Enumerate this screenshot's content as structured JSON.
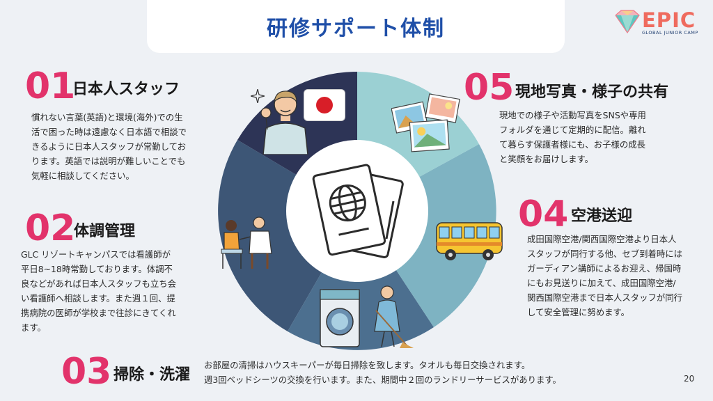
{
  "title": "研修サポート体制",
  "logo": {
    "word": "EPIC",
    "subtitle": "GLOBAL JUNIOR CAMP"
  },
  "page_number": "20",
  "colors": {
    "title": "#1f4fa8",
    "number": "#e2336b",
    "seg_staff": "#2d3456",
    "seg_photos": "#9bd0d3",
    "seg_airport": "#7eb3c2",
    "seg_cleaning": "#4c6f8f",
    "seg_health": "#3d5676"
  },
  "sections": {
    "s01": {
      "number": "01",
      "heading": "日本人スタッフ",
      "lines": [
        "慣れない言葉(英語)と環境(海外)での生",
        "活で困った時は遠慮なく日本語で相談で",
        "きるように日本人スタッフが常勤してお",
        "ります。英語では説明が難しいことでも",
        "気軽に相談してください。"
      ]
    },
    "s02": {
      "number": "02",
      "heading": "体調管理",
      "lines": [
        "GLC リゾートキャンパスでは看護師が",
        "平日8~18時常勤しております。体調不",
        "良などがあれば日本人スタッフも立ち会",
        "い看護師へ相談します。また週１回、提",
        "携病院の医師が学校まで往診にきてくれ",
        "ます。"
      ]
    },
    "s03": {
      "number": "03",
      "heading": "掃除・洗濯",
      "lines": [
        "お部屋の清掃はハウスキーパーが毎日掃除を致します。タオルも毎日交換されます。",
        "週3回ベッドシーツの交換を行います。また、期間中２回のランドリーサービスがあります。"
      ]
    },
    "s04": {
      "number": "04",
      "heading": "空港送迎",
      "lines": [
        "成田国際空港/関西国際空港より日本人",
        "スタッフが同行する他、セブ到着時には",
        "ガーディアン講師によるお迎え、帰国時",
        "にもお見送りに加えて、成田国際空港/",
        "関西国際空港まで日本人スタッフが同行",
        "して安全管理に努めます。"
      ]
    },
    "s05": {
      "number": "05",
      "heading": "現地写真・様子の共有",
      "lines": [
        "現地での様子や活動写真をSNSや専用",
        "フォルダを通じて定期的に配信。離れ",
        "て暮らす保護者様にも、お子様の成長",
        "と笑顔をお届けします。"
      ]
    }
  },
  "icons": {
    "center": "passport-globe-icon",
    "staff": "japanese-staff-ok-icon",
    "flag": "japan-flag-icon",
    "photos": "photos-icon",
    "bus": "school-bus-icon",
    "cleaning": "cleaning-laundry-icon",
    "nurse": "nurse-patient-icon",
    "logo": "diamond-logo-icon",
    "sparkle": "sparkle-icon"
  }
}
